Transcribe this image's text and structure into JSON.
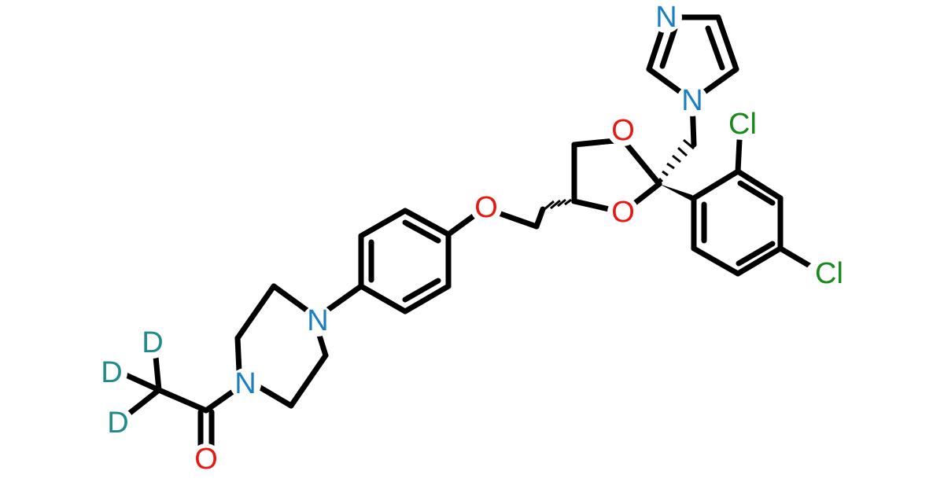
{
  "atoms": {
    "imidazole_n3": {
      "text": "N"
    },
    "imidazole_n1": {
      "text": "N"
    },
    "cl_ortho": {
      "text": "Cl"
    },
    "cl_para": {
      "text": "Cl"
    },
    "dioxolane_o1": {
      "text": "O"
    },
    "dioxolane_o3": {
      "text": "O"
    },
    "ether_o": {
      "text": "O"
    },
    "piperazine_n_aryl": {
      "text": "N"
    },
    "piperazine_n_acyl": {
      "text": "N"
    },
    "carbonyl_o": {
      "text": "O"
    },
    "deuterium_1": {
      "text": "D"
    },
    "deuterium_2": {
      "text": "D"
    },
    "deuterium_3": {
      "text": "D"
    }
  },
  "colors": {
    "nitrogen": "#1a7fc1",
    "oxygen": "#e8170f",
    "chlorine": "#198a19",
    "deuterium": "#1f8a8a",
    "bond": "#000000"
  }
}
